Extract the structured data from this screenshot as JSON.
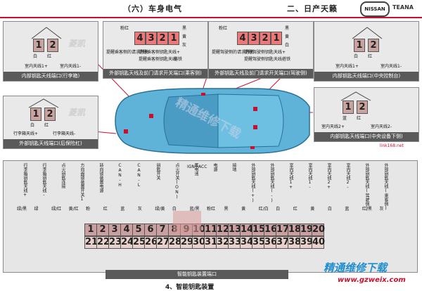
{
  "header": {
    "left_title": "（六）车身电气",
    "right_title": "二、日产天籁",
    "brand": "NISSAN",
    "model": "TEANA"
  },
  "watermarks": {
    "sites": [
      "菱凯",
      "LINK",
      "link168.net"
    ],
    "center": "精通维修下载",
    "footer_brand": "精通维修下载",
    "footer_url": "www.gzweix.com"
  },
  "panels": {
    "p1": {
      "caption": "内部钥匙天线端口(行李箱)",
      "pins": [
        "1",
        "2"
      ],
      "labels": [
        "白",
        "红",
        "室内天线1+",
        "室内天线1-"
      ]
    },
    "p2": {
      "caption": "外部钥匙天线及前门请求开关端口(乘客侧)",
      "pins": [
        "4",
        "3",
        "2",
        "1"
      ],
      "labels": [
        "粉红",
        "黑",
        "黄",
        "灰",
        "提醒乘客侧的请求开关",
        "提醒乘客侧钥匙天线+",
        "提醒乘客侧钥匙天线-",
        "搭铁"
      ]
    },
    "p3": {
      "caption": "外部钥匙天线及前门请求开关端口(驾驶侧)",
      "pins": [
        "4",
        "3",
        "2",
        "1"
      ],
      "labels": [
        "粉红",
        "黑",
        "黄",
        "白",
        "提醒驾驶侧的请求开关",
        "提醒驾驶侧钥匙天线+",
        "提醒驾驶侧钥匙天线-",
        "搭铁"
      ]
    },
    "p4": {
      "caption": "内部钥匙天线端口(中央控制台)",
      "pins": [
        "1",
        "2"
      ],
      "labels": [
        "白",
        "红",
        "室内天线1+",
        "室内天线1-"
      ]
    },
    "p5": {
      "caption": "外部钥匙天线端口(后保险杠)",
      "pins": [
        "1",
        "2"
      ],
      "labels": [
        "白",
        "红",
        "行李箱天线+",
        "行李箱天线-"
      ]
    },
    "p6": {
      "caption": "内部钥匙天线端口(中央设备下侧)",
      "pins": [
        "1",
        "2"
      ],
      "labels": [
        "蓝",
        "红",
        "室内天线2+",
        "室内天线2-"
      ]
    }
  },
  "connector": {
    "caption": "智能钥匙装置端口",
    "row1": [
      "1",
      "2",
      "3",
      "4",
      "5",
      "6",
      "7",
      "8",
      "9",
      "10",
      "11",
      "12",
      "13",
      "14",
      "15",
      "16",
      "17",
      "18",
      "19",
      "20"
    ],
    "row2": [
      "21",
      "22",
      "23",
      "24",
      "25",
      "26",
      "27",
      "28",
      "29",
      "30",
      "31",
      "32",
      "33",
      "34",
      "35",
      "36",
      "37",
      "38",
      "39",
      "40"
    ],
    "labels": [
      "行李箱钥匙天线+",
      "行李箱钥匙天线-",
      "点火钥匙连接",
      "方向盘锁装置开关1",
      "转向锁装置电源",
      "CAN-H",
      "CAN-L",
      "钥匙开关",
      "点火开关(ON)",
      "蓄电池",
      "电源",
      "接地",
      "外部钥匙天线(+)",
      "外部钥匙天线(-)",
      "室内天线1+",
      "室内天线1-",
      "室内天线2+",
      "室内天线2-",
      "外部钥匙天线(驾驶侧)",
      "外部钥匙天线(乘客侧)"
    ],
    "top_labels": [
      "IGN",
      "ACC"
    ],
    "wire_colors": [
      "绿/黑",
      "绿",
      "绿/红",
      "黄/红",
      "粉",
      "红",
      "蓝",
      "灰",
      "绿/黄",
      "白",
      "蓝/黑",
      "粉红",
      "黑",
      "黄",
      "红/白",
      "白",
      "红",
      "黄",
      "白",
      "蓝",
      "红/黑",
      "灰"
    ]
  },
  "footer": {
    "title": "4、智能钥匙装置"
  },
  "colors": {
    "accent": "#c8102e",
    "pin": "#c8a3a0",
    "caption_bg": "#5a5a5a",
    "car": "#5fb3d8"
  }
}
